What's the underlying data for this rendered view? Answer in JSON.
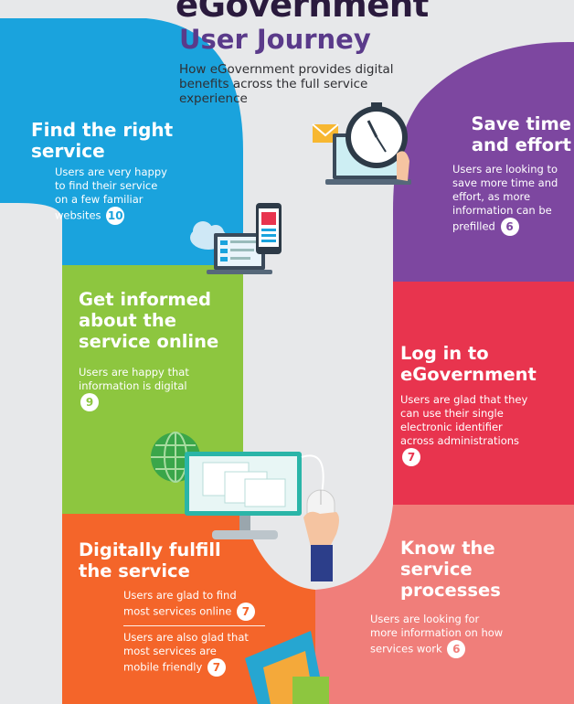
{
  "header": {
    "title": "eGovernment",
    "subtitle": "User Journey",
    "tagline": "How eGovernment provides digital benefits across the full service experience"
  },
  "steps": [
    {
      "heading": "Find the right service",
      "text": "Users are very happy to find their service on a few familiar websites",
      "score": "10",
      "color": "#1aa3dd"
    },
    {
      "heading": "Get informed about the service online",
      "text": "Users are happy that information is digital",
      "score": "9",
      "color": "#8dc63f"
    },
    {
      "heading": "Digitally fulfill the service",
      "text": "Users are glad to find most services online",
      "score": "7",
      "text2": "Users are also glad that most services are mobile friendly",
      "score2": "7",
      "color": "#f4652a"
    },
    {
      "heading": "Save time and effort",
      "text": "Users are looking to save more time and effort, as more information can be prefilled",
      "score": "6",
      "color": "#7d47a0"
    },
    {
      "heading": "Log in to eGovernment",
      "text": "Users are glad that they can use their single electronic identifier across administrations",
      "score": "7",
      "color": "#e8344e"
    },
    {
      "heading": "Know the service processes",
      "text": "Users are looking for more information on how services work",
      "score": "6",
      "color": "#f07e7a"
    }
  ],
  "icons": [
    "cloud-icon",
    "laptop-icon",
    "smartphone-icon",
    "globe-icon",
    "monitor-icon",
    "mouse-icon",
    "hand-icon",
    "clock-icon",
    "envelope-icon",
    "folder-icon"
  ]
}
